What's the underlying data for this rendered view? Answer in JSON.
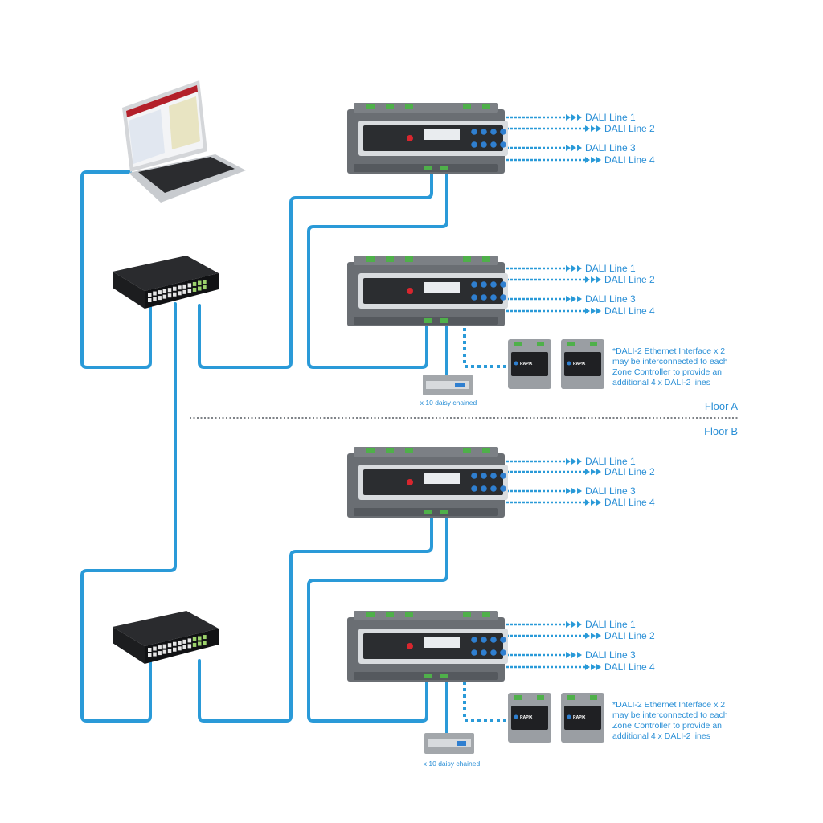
{
  "dali_line_labels": [
    "DALI Line 1",
    "DALI Line 2",
    "DALI Line 3",
    "DALI Line 4"
  ],
  "floors": [
    {
      "label": "Floor A",
      "daisy_chain_label": "x 10 daisy chained",
      "note_lines": [
        "*DALI-2 Ethernet Interface x 2",
        "may be interconnected to each",
        "Zone Controller to provide an",
        "additional 4 x DALI-2 lines"
      ]
    },
    {
      "label": "Floor B",
      "daisy_chain_label": "x 10 daisy chained",
      "note_lines": [
        "*DALI-2 Ethernet Interface x 2",
        "may be interconnected to each",
        "Zone Controller to provide an",
        "additional 4 x DALI-2 lines"
      ]
    }
  ],
  "device_brand": "RAPIX",
  "colors": {
    "cable": "#2a9ad8",
    "label_text": "#2a8fd6",
    "device_body": "#6a6e73",
    "device_panel": "#d9dcdf",
    "switch_body": "#1b1c1e"
  }
}
